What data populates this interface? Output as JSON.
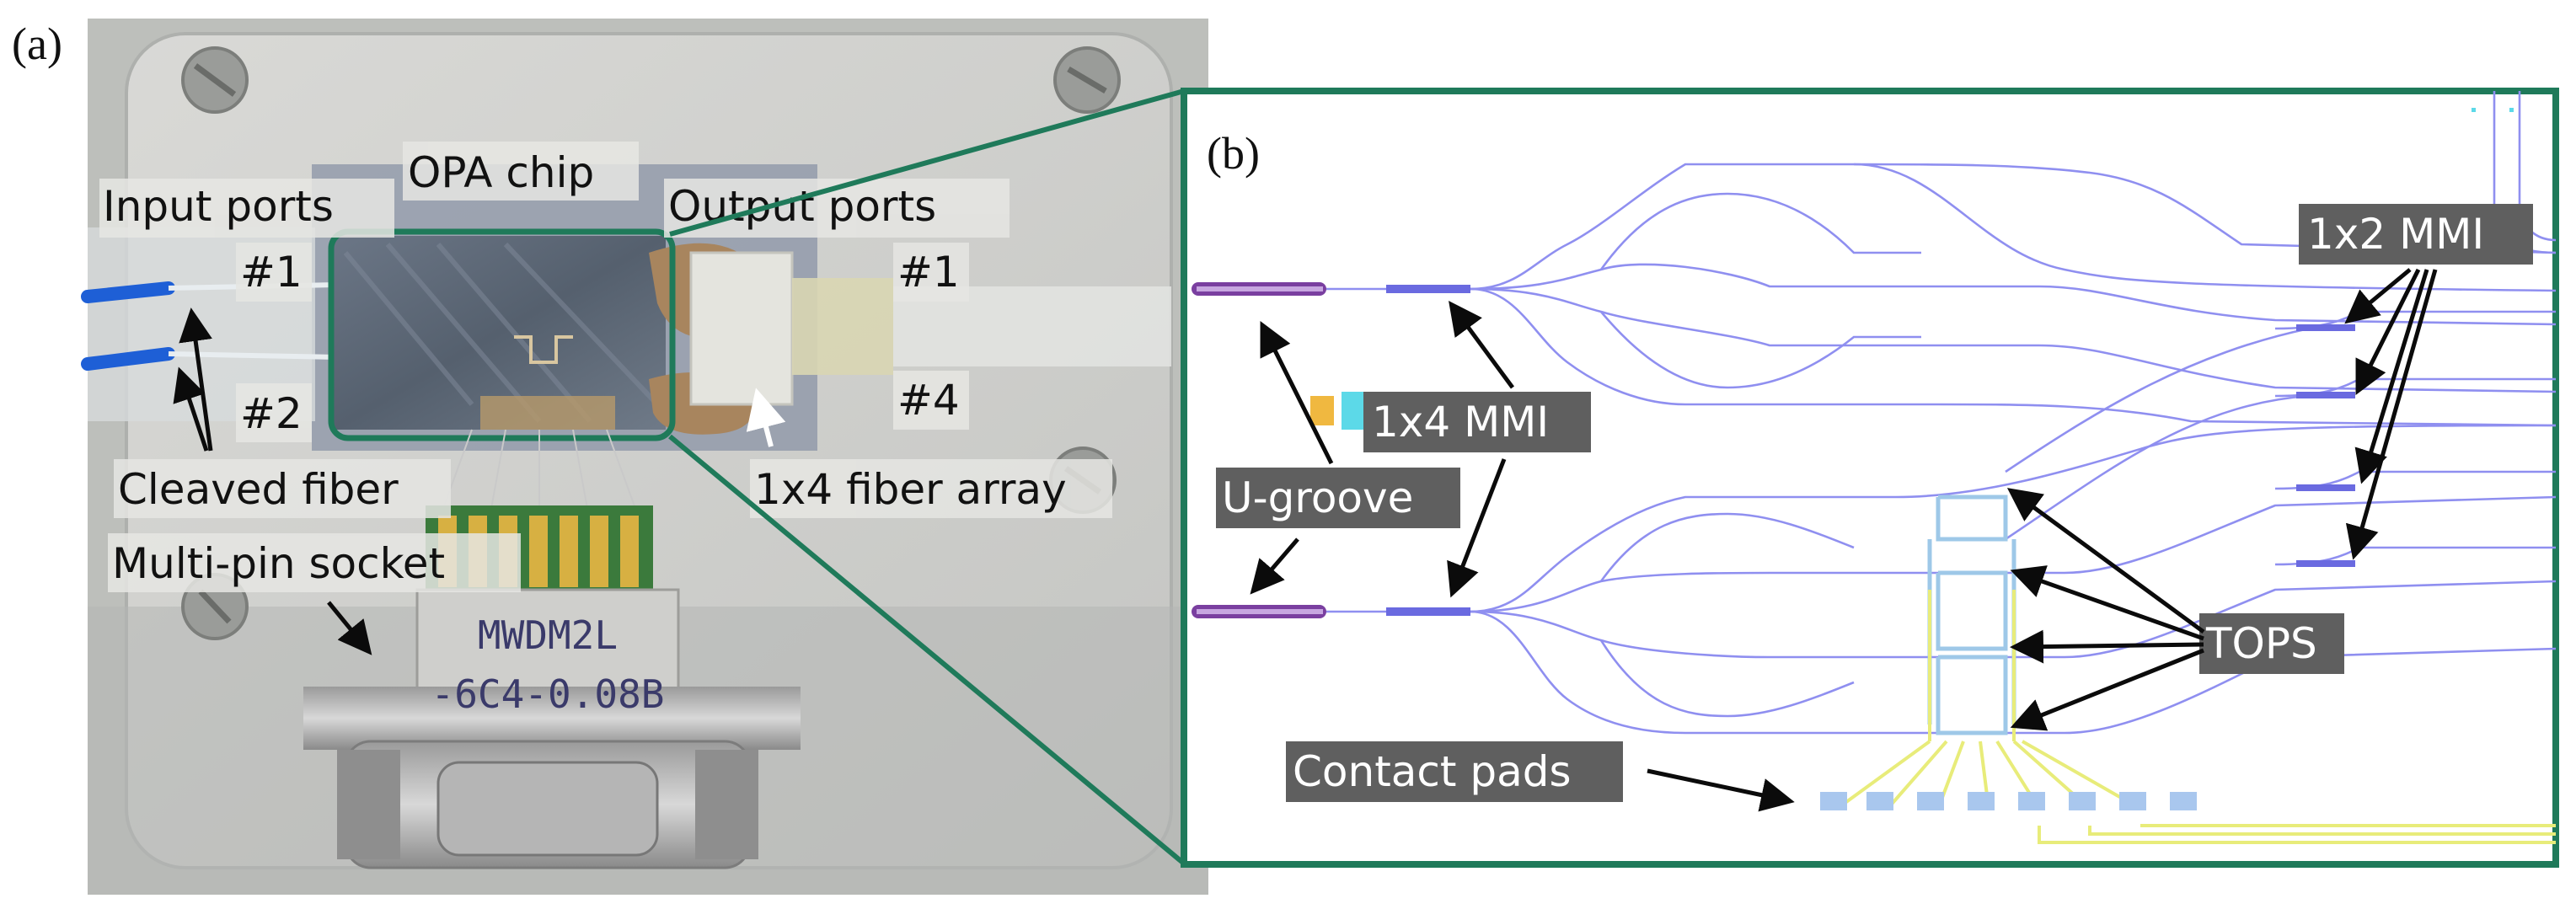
{
  "panels": {
    "a": "(a)",
    "b": "(b)"
  },
  "photo_labels": {
    "opa_chip": "OPA chip",
    "input_ports": "Input ports",
    "output_ports": "Output ports",
    "input_1": "#1",
    "input_2": "#2",
    "output_1": "#1",
    "output_4": "#4",
    "cleaved_fiber": "Cleaved fiber",
    "fiber_array": "1x4 fiber array",
    "socket": "Multi-pin socket",
    "connector_line1": "MWDM2L",
    "connector_line2": "-6C4-0.08B"
  },
  "layout_labels": {
    "mmi_1x4": "1x4 MMI",
    "u_groove": "U-groove",
    "mmi_1x2": "1x2 MMI",
    "tops": "TOPS",
    "contact_pads": "Contact pads"
  },
  "colors": {
    "frame": "#1f7a5a",
    "waveguide": "#8f8ff0",
    "ugroove": "#7a3fa0",
    "heater": "#9ec8e8",
    "pad": "#a9c7ee",
    "trace": "#e8ec7a",
    "tag_bg": "#5f5f5f"
  }
}
